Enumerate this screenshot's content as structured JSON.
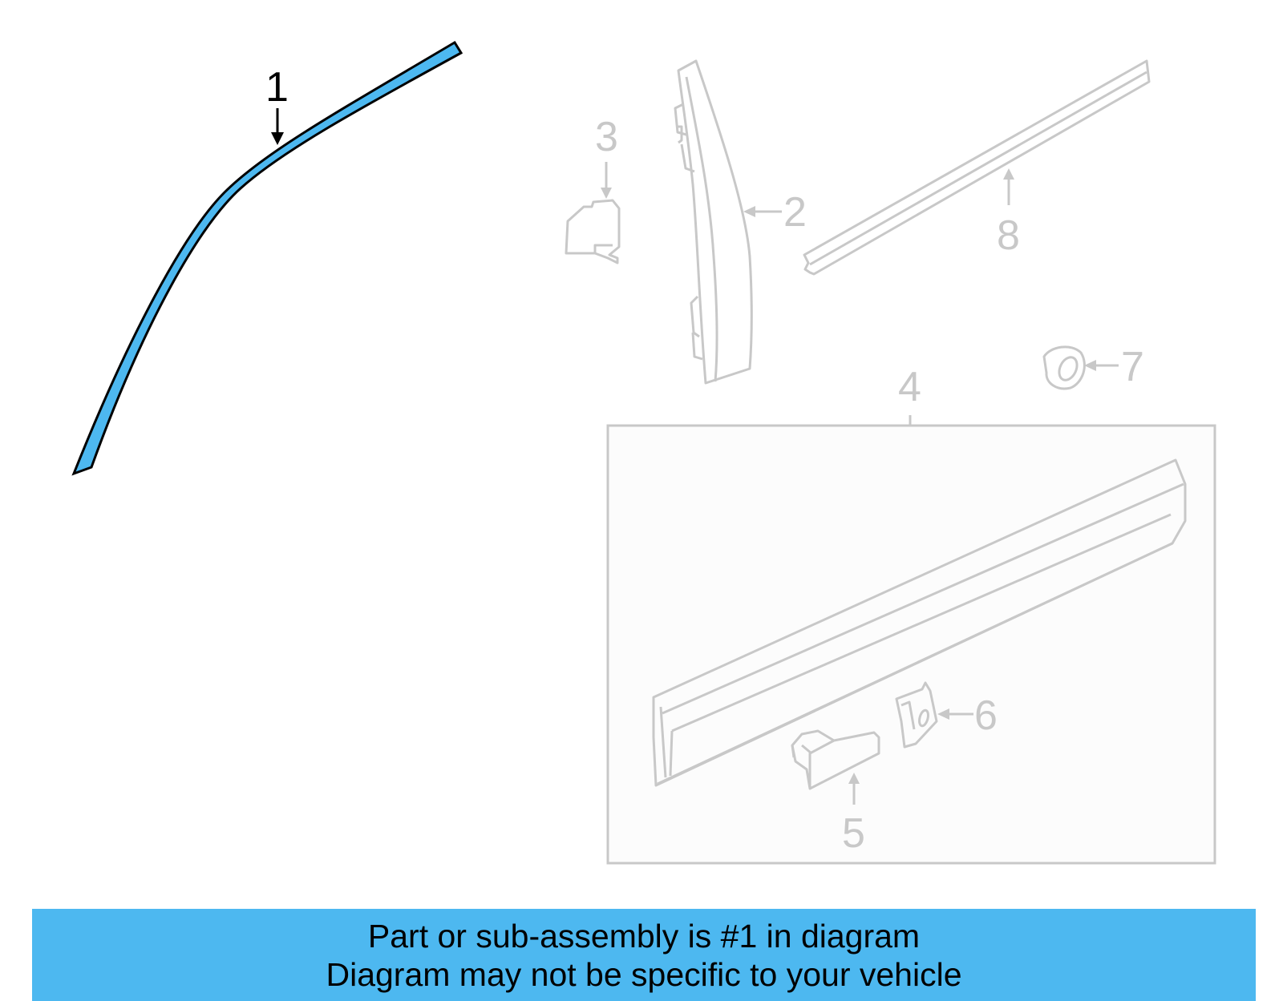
{
  "callouts": {
    "c1": "1",
    "c2": "2",
    "c3": "3",
    "c4": "4",
    "c5": "5",
    "c6": "6",
    "c7": "7",
    "c8": "8"
  },
  "banner": {
    "line1": "Part or sub-assembly is #1 in diagram",
    "line2": "Diagram may not be specific to your vehicle"
  },
  "colors": {
    "highlight_part": "#4db8f0",
    "banner_background": "#4db8f0",
    "inactive_lines": "#c8c8c8",
    "active_lines": "#000000"
  }
}
